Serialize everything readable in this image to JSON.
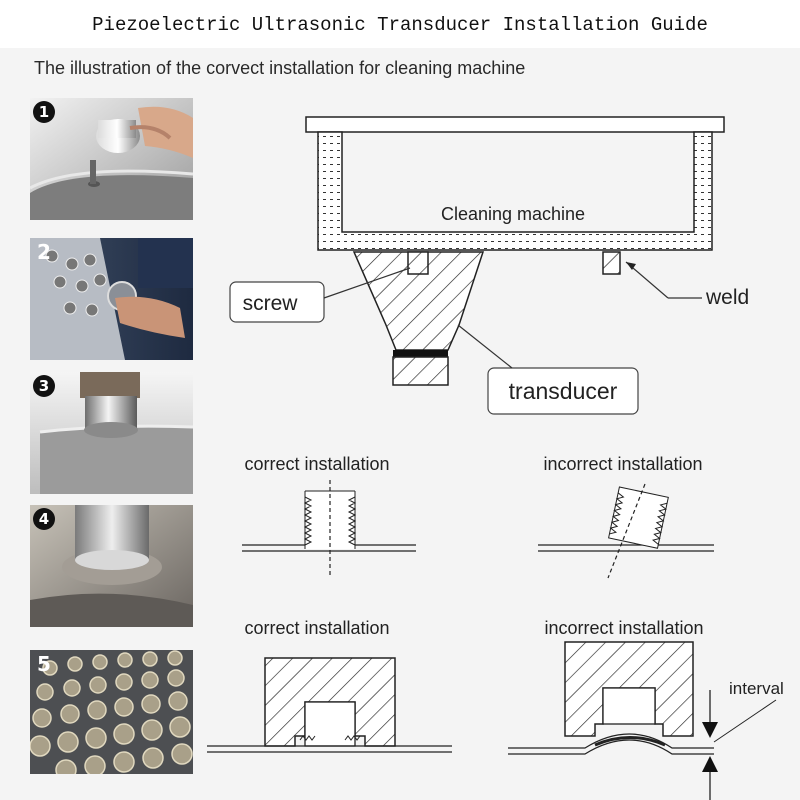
{
  "header": {
    "title": "Piezoelectric Ultrasonic Transducer Installation Guide"
  },
  "subtitle": "The illustration of the corvect installation for cleaning machine",
  "steps": [
    {
      "number": "1"
    },
    {
      "number": "2"
    },
    {
      "number": "3"
    },
    {
      "number": "4"
    },
    {
      "number": "5"
    }
  ],
  "main_diagram": {
    "tank_label": "Cleaning machine",
    "callouts": {
      "screw": "screw",
      "weld": "weld",
      "transducer": "transducer"
    }
  },
  "comparisons": {
    "thread_correct": "correct installation",
    "thread_incorrect": "incorrect installation",
    "gap_correct": "correct installation",
    "gap_incorrect": "incorrect installation",
    "interval_label": "interval"
  }
}
